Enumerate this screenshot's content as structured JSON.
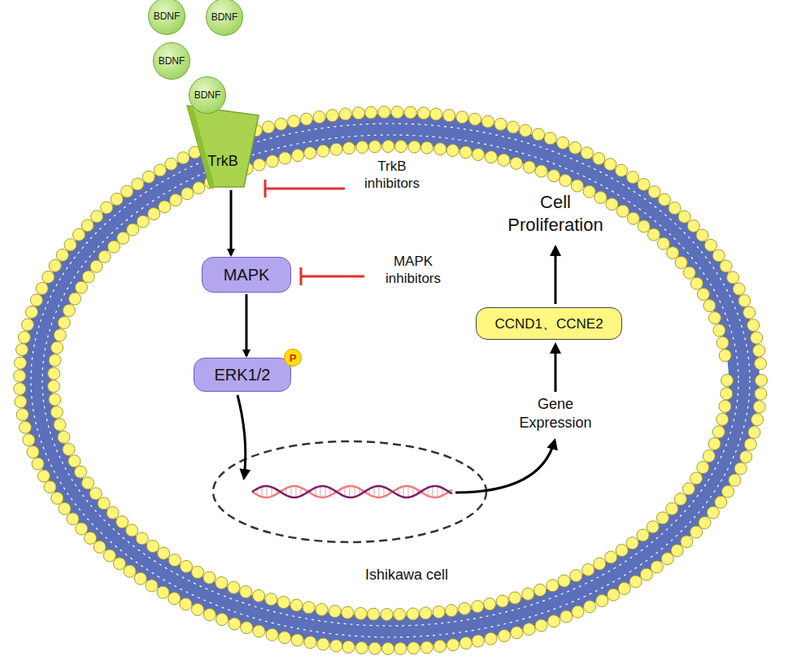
{
  "diagram": {
    "nodes": [
      {
        "text": [
          "BDNF"
        ]
      },
      {
        "text": [
          "BDNF"
        ]
      },
      {
        "text": [
          "BDNF"
        ]
      },
      {
        "text": [
          "BDNF"
        ]
      },
      {
        "text": [
          "TrkB"
        ]
      },
      {
        "text": [
          "Ishikawa cell"
        ]
      },
      {
        "text": [
          "MAPK"
        ],
        "in": 5
      },
      {
        "text": [
          "ERK1/2"
        ],
        "in": 5
      },
      {
        "text": [
          "P"
        ],
        "in": 7
      },
      {
        "text": [
          "CCND1、CCNE2"
        ],
        "in": 5
      }
    ],
    "edges": [
      {
        "from": 4,
        "to": 6,
        "arrow": "to"
      },
      {
        "from": 6,
        "to": 7,
        "arrow": "to"
      }
    ],
    "labels": [
      "TrkB inhibitors",
      "MAPK inhibitors",
      "Cell Proliferation",
      "Gene Expression"
    ]
  }
}
